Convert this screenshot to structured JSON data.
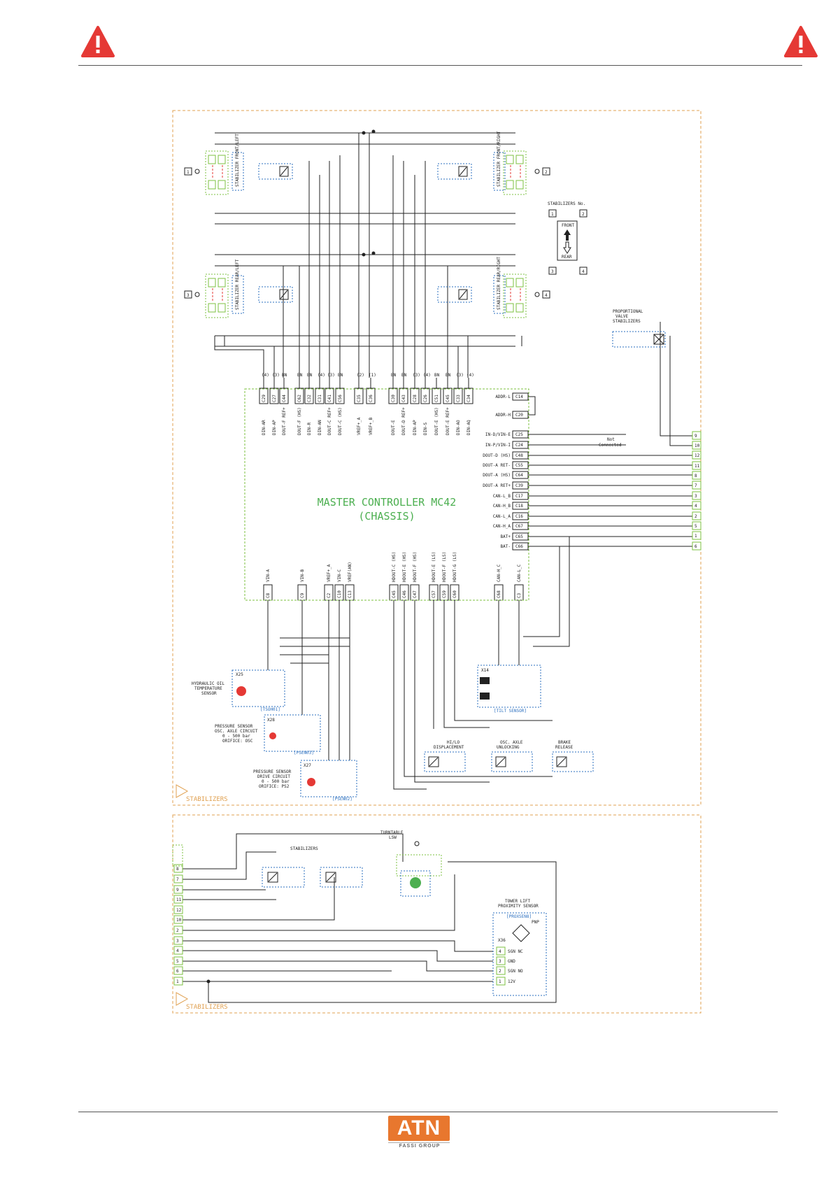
{
  "colors": {
    "warning": "#e53935",
    "wire": "#222222",
    "terminal": "#7dc242",
    "frame": "#e0a050",
    "accent": "#2b6fbf",
    "brand": "#e8772e"
  },
  "icons": {
    "warning_left": "warning-triangle-icon",
    "warning_right": "warning-triangle-icon"
  },
  "logo": {
    "brand": "ATN",
    "sub": "FASSI GROUP"
  },
  "upper": {
    "frame_label": "STABILIZERS",
    "controller": {
      "title": "MASTER CONTROLLER MC42",
      "subtitle": "(CHASSIS)"
    },
    "stabilizers": [
      {
        "label": "STABILIZER FRONT/LEFT",
        "number": "1"
      },
      {
        "label": "STABILIZER FRONT/RIGHT",
        "number": "2"
      },
      {
        "label": "STABILIZER REAR/LEFT",
        "number": "3"
      },
      {
        "label": "STABILIZER REAR/RIGHT",
        "number": "4"
      }
    ],
    "stab_no": {
      "title": "STABILIZERS No.",
      "front": "FRONT",
      "rear": "REAR",
      "n1": "1",
      "n2": "2",
      "n3": "3",
      "n4": "4"
    },
    "prop_valve": {
      "l1": "PROPORTIONAL",
      "l2": "VALVE",
      "l3": "STABILIZERS"
    },
    "not_connected": {
      "l1": "Not",
      "l2": "Connected"
    },
    "right_pins": [
      {
        "label": "ADDR-L",
        "pin": "C14"
      },
      {
        "label": "ADDR-H",
        "pin": "C20"
      },
      {
        "label": "IN-D/VIN-E",
        "pin": "C25"
      },
      {
        "label": "IN-P/VIN-I",
        "pin": "C24"
      },
      {
        "label": "DOUT-D (HS)",
        "pin": "C48"
      },
      {
        "label": "DOUT-A RET-",
        "pin": "C55"
      },
      {
        "label": "DOUT-A (HS)",
        "pin": "C64"
      },
      {
        "label": "DOUT-A RET+",
        "pin": "C39"
      },
      {
        "label": "CAN-L_B",
        "pin": "C17"
      },
      {
        "label": "CAN-H_B",
        "pin": "C18"
      },
      {
        "label": "CAN-L_A",
        "pin": "C16"
      },
      {
        "label": "CAN-H_A",
        "pin": "C67"
      },
      {
        "label": "BAT+",
        "pin": "C65"
      },
      {
        "label": "BAT-",
        "pin": "C66"
      }
    ],
    "right_terminals": [
      "9",
      "10",
      "12",
      "11",
      "8",
      "7",
      "3",
      "4",
      "2",
      "5",
      "1",
      "6"
    ],
    "top_pins": [
      {
        "label": "DIN-AR",
        "pin": "C29",
        "wire": "(4)"
      },
      {
        "label": "DIN-AP",
        "pin": "C27",
        "wire": "(3)"
      },
      {
        "label": "DOUT-F REF+",
        "pin": "C44",
        "wire": "BN"
      },
      {
        "label": "DOUT-F (HS)",
        "pin": "C62",
        "wire": "BN"
      },
      {
        "label": "DIN-R",
        "pin": "C32",
        "wire": "BN"
      },
      {
        "label": "DIN-AN",
        "pin": "C31",
        "wire": "(4)"
      },
      {
        "label": "DOUT-C REF+",
        "pin": "C41",
        "wire": "(3)"
      },
      {
        "label": "DOUT-C (HS)",
        "pin": "C56",
        "wire": "BN"
      },
      {
        "label": "VREF+_A",
        "pin": "C35",
        "wire": "(2)"
      },
      {
        "label": "VREF+_B",
        "pin": "C36",
        "wire": "(1)"
      },
      {
        "label": "DOUT-E",
        "pin": "C30",
        "wire": "BN"
      },
      {
        "label": "DOUT-D REF+",
        "pin": "C43",
        "wire": "BN"
      },
      {
        "label": "DIN-AP",
        "pin": "C28",
        "wire": "(3)"
      },
      {
        "label": "DIN-S",
        "pin": "C26",
        "wire": "(4)"
      },
      {
        "label": "DOUT-E (HS)",
        "pin": "C51",
        "wire": "BN"
      },
      {
        "label": "DOUT-E REF+",
        "pin": "C45",
        "wire": "BN"
      },
      {
        "label": "DIN-AO",
        "pin": "C33",
        "wire": "(3)"
      },
      {
        "label": "DIN-AQ",
        "pin": "C34",
        "wire": "(4)"
      }
    ],
    "bottom_pins": [
      {
        "label": "VIN-A",
        "pin": "C8"
      },
      {
        "label": "VIN-B",
        "pin": "C9"
      },
      {
        "label": "VREF+_A",
        "pin": "C2"
      },
      {
        "label": "VIN-C",
        "pin": "C10"
      },
      {
        "label": "VREF(AN)",
        "pin": "C13"
      },
      {
        "label": "HDOUT-C (HS)",
        "pin": "C45"
      },
      {
        "label": "HDOUT-E (HS)",
        "pin": "C46"
      },
      {
        "label": "HDOUT-F (HS)",
        "pin": "C47"
      },
      {
        "label": "HDOUT-E (LS)",
        "pin": "C57"
      },
      {
        "label": "HDOUT-F (LS)",
        "pin": "C59"
      },
      {
        "label": "HDOUT-G (LS)",
        "pin": "C60"
      },
      {
        "label": "CAN-H_C",
        "pin": "C68"
      },
      {
        "label": "CAN-L_C",
        "pin": "C3"
      }
    ],
    "sensors": {
      "oil_temp": {
        "l1": "HYDRAULIC OIL",
        "l2": "TEMPERATURE",
        "l3": "SENSOR",
        "conn": "X25",
        "code": "[TSOH01]"
      },
      "press_osc": {
        "l1": "PRESSURE SENSOR",
        "l2": "OSC. AXLE CIRCUIT",
        "l3": "0 - 500 bar",
        "l4": "ORIFICE: OSC",
        "conn": "X28",
        "code": "[PSEN03]"
      },
      "press_drive": {
        "l1": "PRESSURE SENSOR",
        "l2": "DRIVE CIRCUIT",
        "l3": "0 - 500 bar",
        "l4": "ORIFICE: PS2",
        "conn": "X27",
        "code": "[PSEN02]"
      },
      "tilt": {
        "conn": "X14",
        "label": "[TILT SENSOR]"
      }
    },
    "valves": {
      "hilo": {
        "l1": "HI/LO",
        "l2": "DISPLACEMENT"
      },
      "osc": {
        "l1": "OSC. AXLE",
        "l2": "UNLOCKING"
      },
      "brake": {
        "l1": "BRAKE",
        "l2": "RELEASE"
      }
    }
  },
  "lower": {
    "frame_label": "STABILIZERS",
    "stabilizers_title": "STABILIZERS",
    "turntable": {
      "l1": "TURNTABLE",
      "l2": "LSW"
    },
    "tower": {
      "l1": "TOWER LIFT",
      "l2": "PROXIMITY SENSOR",
      "code": "[PROXSEN8]",
      "conn": "X36",
      "pnp": "PNP",
      "pins": [
        {
          "n": "4",
          "label": "SGN NC"
        },
        {
          "n": "3",
          "label": "GND"
        },
        {
          "n": "2",
          "label": "SGN NO"
        },
        {
          "n": "1",
          "label": "12V"
        }
      ]
    },
    "left_terminals": [
      "8",
      "7",
      "9",
      "11",
      "12",
      "10",
      "2",
      "3",
      "4",
      "5",
      "6",
      "1"
    ]
  }
}
